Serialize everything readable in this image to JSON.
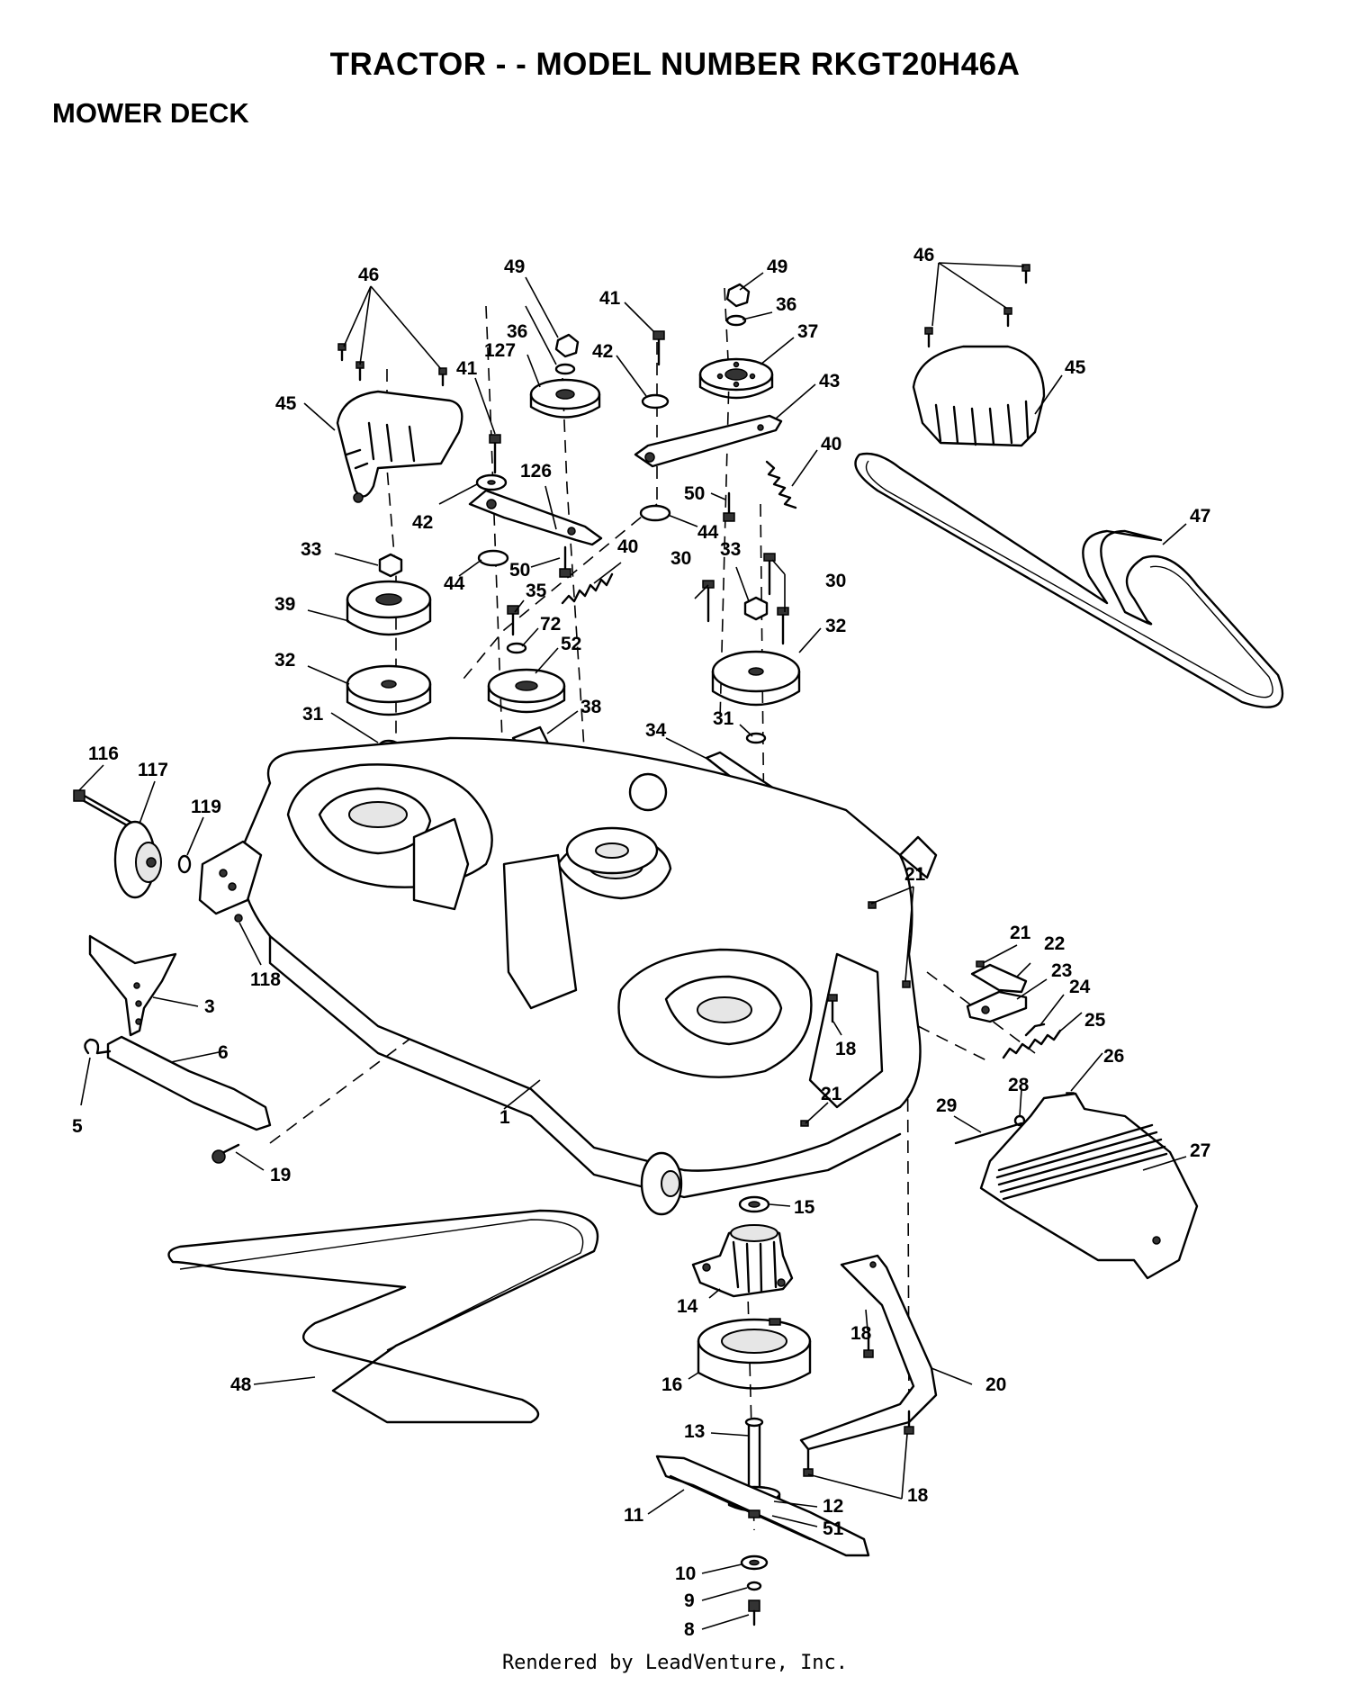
{
  "header": {
    "title": "TRACTOR - - MODEL NUMBER RKGT20H46A",
    "section": "MOWER DECK"
  },
  "footer": {
    "rendered_by": "Rendered by LeadVenture, Inc."
  },
  "callouts": [
    {
      "label": "46",
      "part": "screw-left-cover"
    },
    {
      "label": "45",
      "part": "left-belt-cover"
    },
    {
      "label": "49",
      "part": "nut-left"
    },
    {
      "label": "36",
      "part": "washer-left"
    },
    {
      "label": "127",
      "part": "idler-pulley-left"
    },
    {
      "label": "41",
      "part": "bolt-left"
    },
    {
      "label": "42",
      "part": "spacer-left"
    },
    {
      "label": "126",
      "part": "idler-arm-left"
    },
    {
      "label": "44",
      "part": "spacer-lower-left"
    },
    {
      "label": "50",
      "part": "screw-idler-left"
    },
    {
      "label": "40",
      "part": "spring-left"
    },
    {
      "label": "41",
      "part": "bolt-right"
    },
    {
      "label": "42",
      "part": "spacer-right"
    },
    {
      "label": "49",
      "part": "nut-right"
    },
    {
      "label": "36",
      "part": "washer-right"
    },
    {
      "label": "37",
      "part": "idler-pulley-right"
    },
    {
      "label": "43",
      "part": "idler-arm-right"
    },
    {
      "label": "40",
      "part": "spring-right"
    },
    {
      "label": "50",
      "part": "screw-idler-right"
    },
    {
      "label": "44",
      "part": "spacer-lower-right"
    },
    {
      "label": "46",
      "part": "screw-right-cover"
    },
    {
      "label": "45",
      "part": "right-belt-cover"
    },
    {
      "label": "47",
      "part": "deck-belt-upper"
    },
    {
      "label": "33",
      "part": "nut-left-spindle"
    },
    {
      "label": "39",
      "part": "double-pulley"
    },
    {
      "label": "32",
      "part": "pulley-left"
    },
    {
      "label": "31",
      "part": "washer-left-spindle"
    },
    {
      "label": "35",
      "part": "bolt-center"
    },
    {
      "label": "72",
      "part": "washer-center"
    },
    {
      "label": "52",
      "part": "idler-pulley-center"
    },
    {
      "label": "38",
      "part": "bracket-center"
    },
    {
      "label": "30",
      "part": "screw-right-spindle"
    },
    {
      "label": "33",
      "part": "nut-right-spindle"
    },
    {
      "label": "30",
      "part": "screw-right-spindle-b"
    },
    {
      "label": "32",
      "part": "pulley-right"
    },
    {
      "label": "31",
      "part": "washer-right-spindle"
    },
    {
      "label": "34",
      "part": "bracket-right"
    },
    {
      "label": "116",
      "part": "wheel-bolt"
    },
    {
      "label": "117",
      "part": "gauge-wheel"
    },
    {
      "label": "119",
      "part": "wheel-nut"
    },
    {
      "label": "118",
      "part": "wheel-bracket-nut"
    },
    {
      "label": "3",
      "part": "front-hanger"
    },
    {
      "label": "6",
      "part": "front-link"
    },
    {
      "label": "5",
      "part": "hairpin-clip"
    },
    {
      "label": "1",
      "part": "mower-deck"
    },
    {
      "label": "19",
      "part": "shoulder-bolt"
    },
    {
      "label": "21",
      "part": "nut-deck-top"
    },
    {
      "label": "18",
      "part": "screw-deck"
    },
    {
      "label": "21",
      "part": "nut-deck-lower"
    },
    {
      "label": "21",
      "part": "nut-chute-bracket"
    },
    {
      "label": "22",
      "part": "chute-bracket"
    },
    {
      "label": "23",
      "part": "chute-hinge"
    },
    {
      "label": "24",
      "part": "spring-end"
    },
    {
      "label": "25",
      "part": "chute-spring"
    },
    {
      "label": "26",
      "part": "nut-chute"
    },
    {
      "label": "28",
      "part": "washer-chute"
    },
    {
      "label": "29",
      "part": "chute-rod"
    },
    {
      "label": "27",
      "part": "discharge-chute"
    },
    {
      "label": "15",
      "part": "bearing"
    },
    {
      "label": "14",
      "part": "spindle-housing"
    },
    {
      "label": "16",
      "part": "spindle-spacer"
    },
    {
      "label": "18",
      "part": "screw-baffle"
    },
    {
      "label": "20",
      "part": "baffle"
    },
    {
      "label": "13",
      "part": "spindle-shaft"
    },
    {
      "label": "18",
      "part": "screw-baffle-lower"
    },
    {
      "label": "12",
      "part": "spindle-hub"
    },
    {
      "label": "51",
      "part": "hub-washer"
    },
    {
      "label": "11",
      "part": "blade"
    },
    {
      "label": "10",
      "part": "blade-washer"
    },
    {
      "label": "9",
      "part": "lock-washer"
    },
    {
      "label": "8",
      "part": "blade-bolt"
    },
    {
      "label": "48",
      "part": "deck-belt-lower"
    }
  ]
}
